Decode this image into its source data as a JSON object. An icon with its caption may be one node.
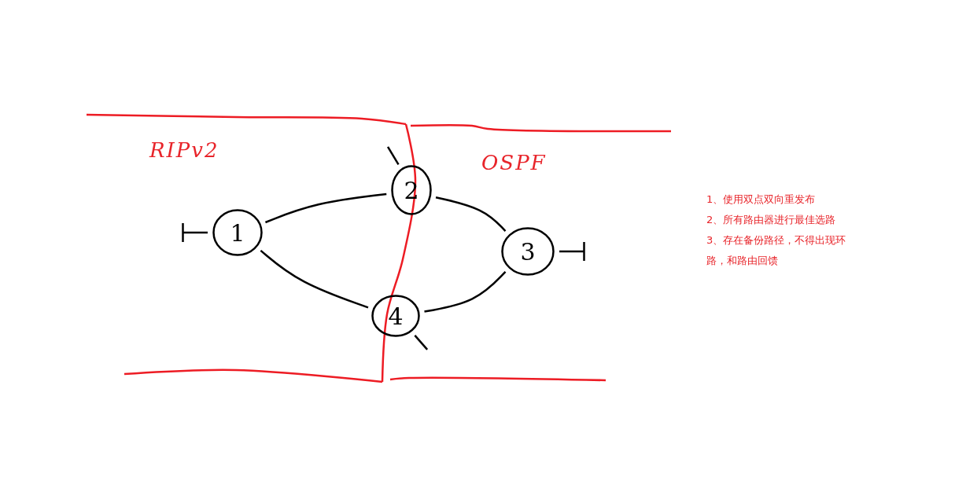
{
  "diagram": {
    "nodes": [
      {
        "text": [
          "1"
        ]
      },
      {
        "text": [
          "2"
        ]
      },
      {
        "text": [
          "3"
        ]
      },
      {
        "text": [
          "4"
        ]
      }
    ],
    "edges": [
      {
        "from": 0,
        "to": 1,
        "arrow": "none"
      },
      {
        "from": 1,
        "to": 2,
        "arrow": "none"
      },
      {
        "from": 2,
        "to": 3,
        "arrow": "none"
      },
      {
        "from": 3,
        "to": 0,
        "arrow": "none"
      },
      {
        "from": 0,
        "to": null,
        "arrow": "other"
      },
      {
        "from": 1,
        "to": null,
        "arrow": "none"
      },
      {
        "from": 2,
        "to": null,
        "arrow": "other"
      },
      {
        "from": 3,
        "to": null,
        "arrow": "none"
      }
    ],
    "labels": [
      "RIPv2",
      "OSPF",
      "1、使用双点双向重发布",
      "2、所有路由器进行最佳选路",
      "3、存在备份路径，不得出现环路，和路由回馈"
    ]
  }
}
